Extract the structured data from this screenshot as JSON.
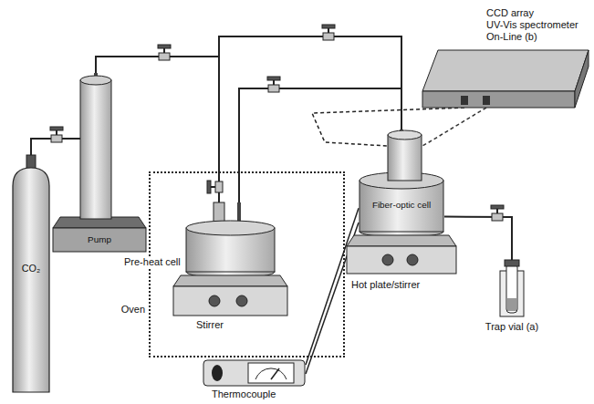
{
  "diagram": {
    "nodes": [
      {
        "text": [
          "CO₂"
        ]
      },
      {
        "text": [
          "Pump"
        ]
      },
      {
        "text": [
          "Oven"
        ]
      },
      {
        "text": [
          "Stirrer"
        ],
        "in": 2
      },
      {
        "text": [
          "CCD array",
          "UV-Vis spectrometer",
          "On-Line (b)"
        ]
      },
      {
        "text": [
          "Fiber-optic cell"
        ]
      },
      {
        "text": [
          "Hot plate/stirrer"
        ]
      },
      {
        "text": [
          "Trap vial (a)"
        ]
      },
      {
        "text": [
          "Thermocouple"
        ]
      }
    ],
    "edges": [
      {
        "from": 0,
        "to": 1,
        "arrow": "none"
      },
      {
        "from": 1,
        "to": 3,
        "arrow": "none"
      },
      {
        "from": 1,
        "to": 5,
        "arrow": "none"
      },
      {
        "from": 3,
        "to": 5,
        "arrow": "none"
      },
      {
        "from": 4,
        "to": 5,
        "arrow": "none"
      },
      {
        "from": 5,
        "to": 7,
        "arrow": "none"
      },
      {
        "from": 8,
        "to": 5,
        "arrow": "none"
      }
    ],
    "labels": [
      "Pre-heat cell"
    ]
  }
}
